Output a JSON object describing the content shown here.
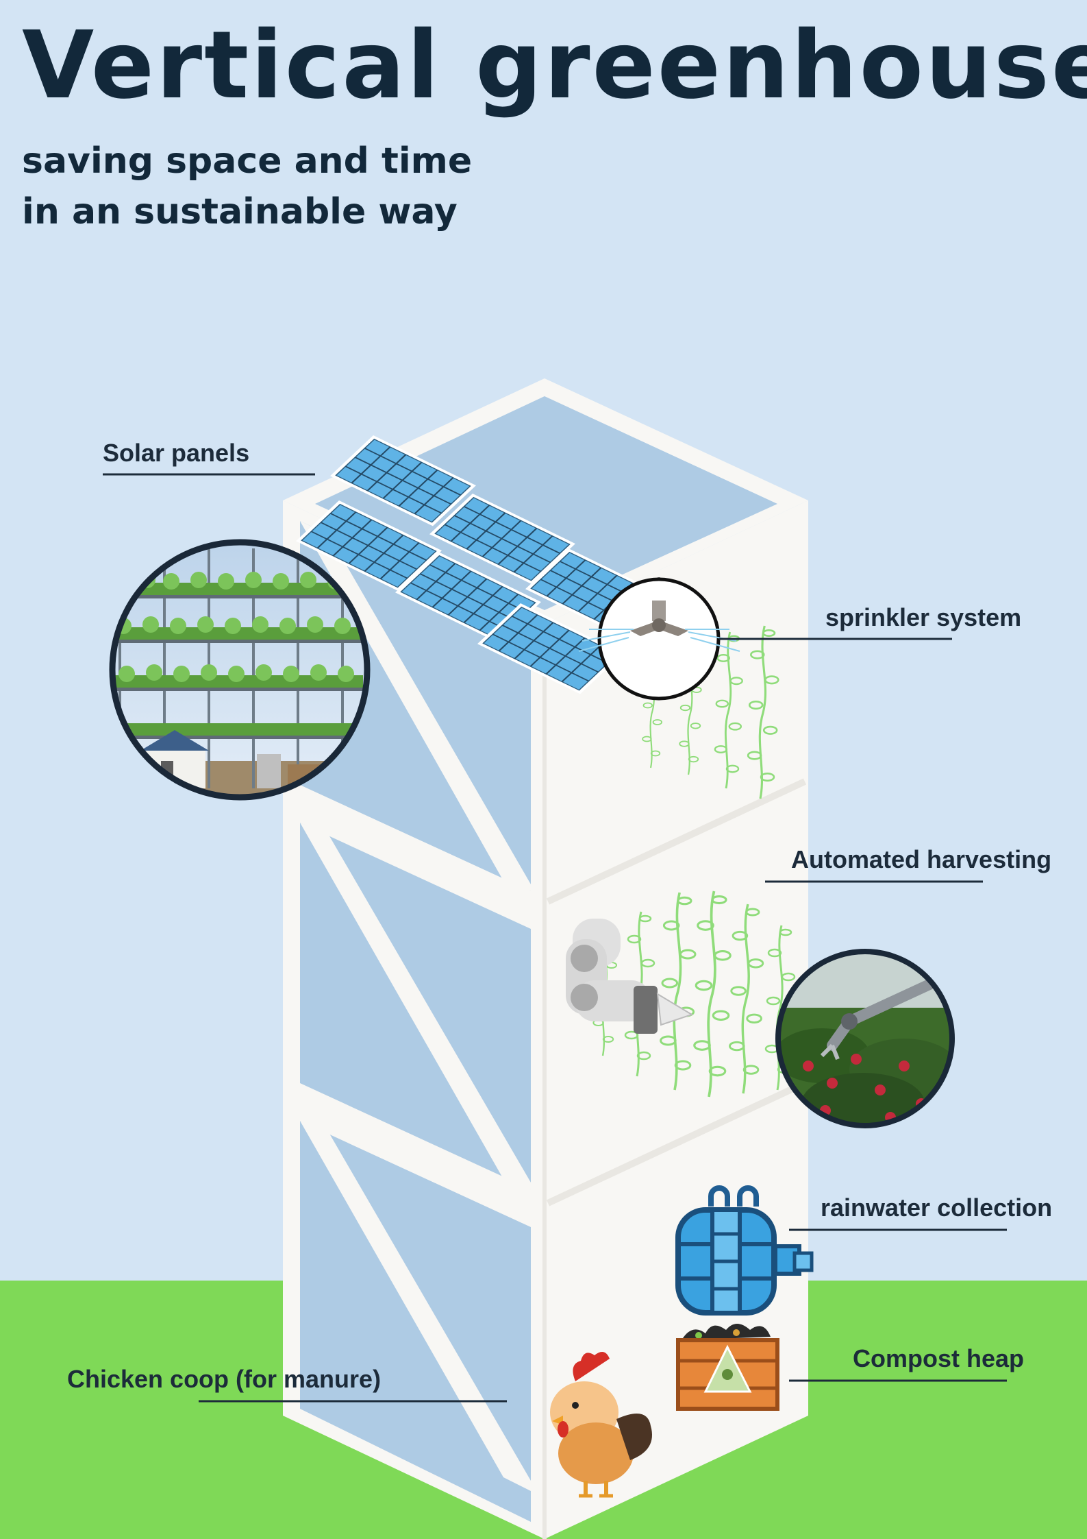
{
  "header": {
    "title": "Vertical greenhouse",
    "subtitle_line1": "saving space and time",
    "subtitle_line2": "in an sustainable way"
  },
  "labels": {
    "solar_panels": "Solar panels",
    "sprinkler_system": "sprinkler system",
    "automated_harvesting": "Automated harvesting",
    "rainwater_collection": "rainwater collection",
    "compost_heap": "Compost heap",
    "chicken_coop": "Chicken coop (for manure)"
  },
  "colors": {
    "sky": "#d3e4f4",
    "ground": "#7fd957",
    "frame": "#f8f7f4",
    "glass": "#aecbe4",
    "title_text": "#12283a",
    "plant": "#8fdc7a",
    "solar_cell": "#5fb3e6"
  },
  "icons": {
    "greenhouse_photo": "vertical-farm-photo-icon",
    "harvest_photo": "robot-berry-harvest-photo-icon",
    "sprinkler": "sprinkler-head-icon",
    "robot_arm": "robot-arm-icon",
    "water_tank": "rainwater-tank-icon",
    "compost": "compost-crate-icon",
    "chicken": "chicken-icon"
  }
}
